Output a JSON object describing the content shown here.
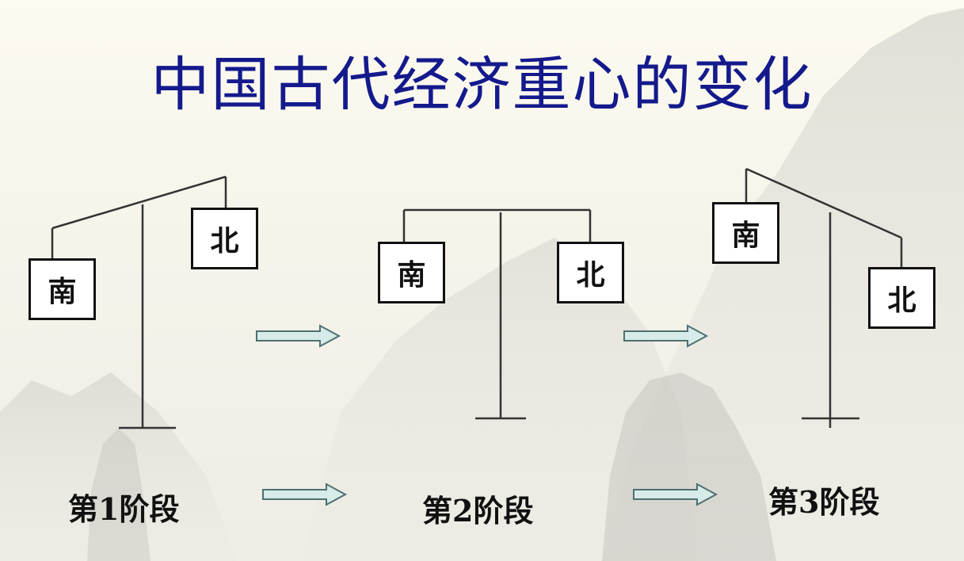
{
  "title": "中国古代经济重心的变化",
  "stages": [
    {
      "label": "第1阶段",
      "south_label": "南",
      "north_label": "北"
    },
    {
      "label": "第2阶段",
      "south_label": "南",
      "north_label": "北"
    },
    {
      "label": "第3阶段",
      "south_label": "南",
      "north_label": "北"
    }
  ],
  "colors": {
    "title": "#141a8c",
    "line": "#333333",
    "arrow_fill": "#d7ebe8",
    "arrow_stroke": "#4f6f70"
  }
}
